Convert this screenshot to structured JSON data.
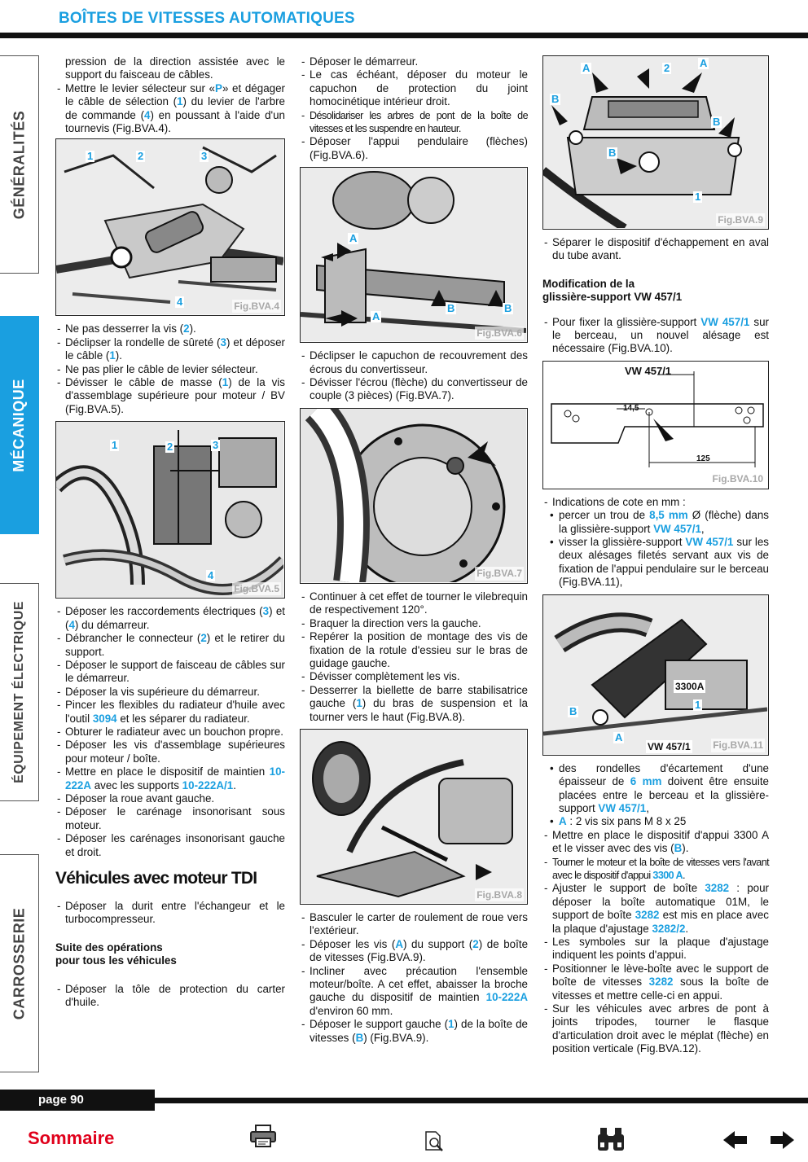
{
  "header": {
    "title": "BOÎTES DE VITESSES AUTOMATIQUES"
  },
  "sidebar": {
    "tabs": [
      {
        "label": "GÉNÉRALITÉS"
      },
      {
        "label": "MÉCANIQUE"
      },
      {
        "label": "ÉQUIPEMENT ÉLECTRIQUE"
      },
      {
        "label": "CARROSSERIE"
      }
    ]
  },
  "col1": {
    "p1": "pression de la direction assistée avec le support du faisceau de câbles.",
    "p2a": "Mettre le levier sélecteur sur «",
    "p2b": "P",
    "p2c": "» et dégager le câble de sélection (",
    "p2d": "1",
    "p2e": ") du levier de l'arbre de commande (",
    "p2f": "4",
    "p2g": ") en poussant à l'aide d'un tournevis (Fig.BVA.4).",
    "fig4": {
      "label": "Fig.BVA.4",
      "c1": "1",
      "c2": "2",
      "c3": "3",
      "c4": "4"
    },
    "p3a": "Ne pas desserrer la vis (",
    "p3b": "2",
    "p3c": ").",
    "p4a": "Déclipser la rondelle de sûreté (",
    "p4b": "3",
    "p4c": ") et déposer le câble (",
    "p4d": "1",
    "p4e": ").",
    "p5": "Ne pas plier le câble de levier sélecteur.",
    "p6a": "Dévisser le câble de masse (",
    "p6b": "1",
    "p6c": ") de la vis d'assemblage supérieure pour moteur / BV (Fig.BVA.5).",
    "fig5": {
      "label": "Fig.BVA.5",
      "c1": "1",
      "c2": "2",
      "c3": "3",
      "c4": "4"
    },
    "p7a": "Déposer les raccordements électriques (",
    "p7b": "3",
    "p7c": ") et (",
    "p7d": "4",
    "p7e": ") du démarreur.",
    "p8a": "Débrancher le connecteur (",
    "p8b": "2",
    "p8c": ") et le retirer du support.",
    "p9": "Déposer le support de faisceau de câbles sur le démarreur.",
    "p10": "Déposer la vis supérieure du démarreur.",
    "p11a": "Pincer les flexibles du radiateur d'huile avec l'outil ",
    "p11b": "3094",
    "p11c": " et les séparer du radiateur.",
    "p12": "Obturer le radiateur avec un bouchon propre.",
    "p13": "Déposer les vis d'assemblage supérieures pour moteur / boîte.",
    "p14a": "Mettre en place le dispositif de maintien ",
    "p14b": "10-222A",
    "p14c": " avec les supports ",
    "p14d": "10-222A/1",
    "p14e": ".",
    "p15": "Déposer la roue avant gauche.",
    "p16": "Déposer le carénage insonorisant sous moteur.",
    "p17": "Déposer les carénages insonorisant gauche et droit.",
    "h1": "Véhicules avec moteur TDI",
    "p18": "Déposer la durit entre l'échangeur et le turbocompresseur.",
    "h2a": "Suite des opérations",
    "h2b": "pour tous les véhicules",
    "p19": "Déposer la tôle de protection du carter d'huile."
  },
  "col2": {
    "p1": "Déposer le démarreur.",
    "p2": "Le cas échéant, déposer du moteur le capuchon de protection du joint homocinétique intérieur droit.",
    "p3": "Désolidariser les arbres de pont de la boîte de vitesses et les suspendre en hauteur.",
    "p4": "Déposer l'appui pendulaire (flèches) (Fig.BVA.6).",
    "fig6": {
      "label": "Fig.BVA.6",
      "cA1": "A",
      "cA2": "A",
      "cB1": "B",
      "cB2": "B"
    },
    "p5": "Déclipser le capuchon de recouvrement des écrous du convertisseur.",
    "p6": "Dévisser l'écrou (flèche) du convertisseur de couple (3 pièces) (Fig.BVA.7).",
    "fig7": {
      "label": "Fig.BVA.7"
    },
    "p7": "Continuer à cet effet de tourner le vilebrequin de respectivement 120°.",
    "p8": "Braquer la direction vers la gauche.",
    "p9": "Repérer la position de montage des vis de fixation de la rotule d'essieu sur le bras de guidage gauche.",
    "p10": "Dévisser complètement les vis.",
    "p11a": "Desserrer la biellette de barre stabilisatrice gauche (",
    "p11b": "1",
    "p11c": ") du bras de suspension et la tourner vers le haut (Fig.BVA.8).",
    "fig8": {
      "label": "Fig.BVA.8"
    },
    "p12": "Basculer le carter de roulement de roue vers l'extérieur.",
    "p13a": "Déposer les vis (",
    "p13b": "A",
    "p13c": ") du support (",
    "p13d": "2",
    "p13e": ") de boîte de vitesses (Fig.BVA.9).",
    "p14a": "Incliner avec précaution l'ensemble moteur/boîte. A cet effet, abaisser la broche gauche du dispositif de maintien ",
    "p14b": "10-222A",
    "p14c": " d'environ 60 mm.",
    "p15a": "Déposer le support gauche (",
    "p15b": "1",
    "p15c": ") de la boîte de vitesses (",
    "p15d": "B",
    "p15e": ") (Fig.BVA.9)."
  },
  "col3": {
    "fig9": {
      "label": "Fig.BVA.9",
      "cA1": "A",
      "cA2": "A",
      "c2": "2",
      "cB1": "B",
      "cB2": "B",
      "cB3": "B",
      "c1": "1"
    },
    "p1": "Séparer le dispositif d'échappement en aval du tube avant.",
    "h1a": "Modification de la",
    "h1b": "glissière-support VW 457/1",
    "p2a": "Pour fixer la glissière-support ",
    "p2b": "VW 457/1",
    "p2c": " sur le berceau, un nouvel alésage est nécessaire (Fig.BVA.10).",
    "fig10": {
      "label": "Fig.BVA.10",
      "t1": "VW 457/1",
      "d1": "14,5",
      "d2": "125"
    },
    "p3": "Indications de cote en mm :",
    "b1a": "percer un trou de ",
    "b1b": "8,5 mm",
    "b1c": " Ø (flèche) dans la glissière-support ",
    "b1d": "VW 457/1",
    "b1e": ",",
    "b2a": "visser la glissière-support ",
    "b2b": "VW 457/1",
    "b2c": " sur les deux alésages filetés servant aux vis de fixation de l'appui pendulaire sur le berceau (Fig.BVA.11),",
    "fig11": {
      "label": "Fig.BVA.11",
      "t1": "3300A",
      "t2": "VW 457/1",
      "cA": "A",
      "cB": "B",
      "c1": "1"
    },
    "b3a": "des rondelles d'écartement d'une épaisseur de ",
    "b3b": "6 mm",
    "b3c": " doivent être ensuite placées entre le berceau et la glissière-support ",
    "b3d": "VW 457/1",
    "b3e": ",",
    "b4a": "A",
    "b4b": " : 2 vis six pans M 8 x 25",
    "p4a": "Mettre en place le dispositif d'appui 3300 A et le visser avec des vis (",
    "p4b": "B",
    "p4c": ").",
    "p5a": "Tourner le moteur et la boîte de vitesses vers l'avant avec le dispositif d'appui ",
    "p5b": "3300 A",
    "p5c": ".",
    "p6a": "Ajuster le support de boîte ",
    "p6b": "3282",
    "p6c": " : pour déposer la boîte automatique 01M, le support de boîte ",
    "p6d": "3282",
    "p6e": " est mis en place avec la plaque d'ajustage ",
    "p6f": "3282/2",
    "p6g": ".",
    "p7": "Les symboles sur la plaque d'ajustage indiquent les points d'appui.",
    "p8a": "Positionner le lève-boîte avec le support de boîte de vitesses ",
    "p8b": "3282",
    "p8c": " sous la boîte de vitesses et mettre celle-ci en appui.",
    "p9": "Sur les véhicules avec arbres de pont à joints tripodes, tourner le flasque d'articulation droit avec le méplat (flèche) en position verticale (Fig.BVA.12)."
  },
  "footer": {
    "page": "page 90",
    "sommaire": "Sommaire"
  },
  "colors": {
    "accent": "#1a9fe0",
    "sommaire": "#e0001b",
    "dark": "#111111"
  },
  "icons": [
    "printer-icon",
    "search-document-icon",
    "binoculars-icon",
    "arrow-left-icon",
    "arrow-right-icon"
  ]
}
